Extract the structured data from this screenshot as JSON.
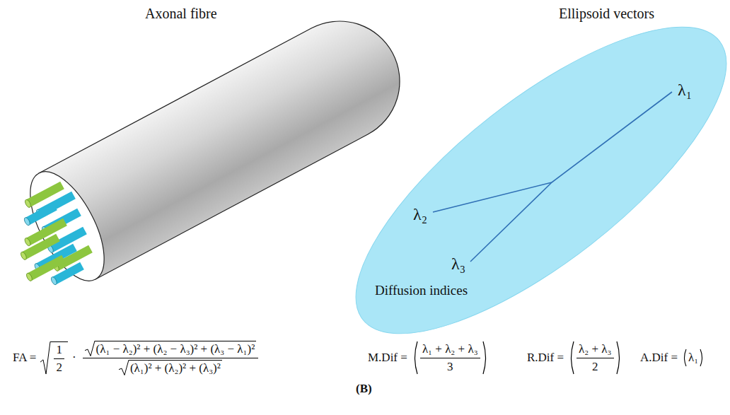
{
  "diagram": {
    "nodes": [
      {
        "text": [
          "λ₁",
          "λ₂",
          "λ₃"
        ]
      }
    ],
    "labels": [
      "Axonal fibre",
      "Ellipsoid vectors",
      "Diffusion indices",
      "FA =",
      "1",
      "2",
      "·",
      "(λ₁ − λ₂)² + (λ₂ − λ₃)² + (λ₃ − λ₁)²",
      "(λ₁)² + (λ₂)² + (λ₃)²",
      "M.Dif =",
      "λ₁ + λ₂ + λ₃",
      "3",
      "R.Dif =",
      "λ₂ + λ₃",
      "2",
      "A.Dif =",
      "λ₁",
      "(B)"
    ]
  }
}
